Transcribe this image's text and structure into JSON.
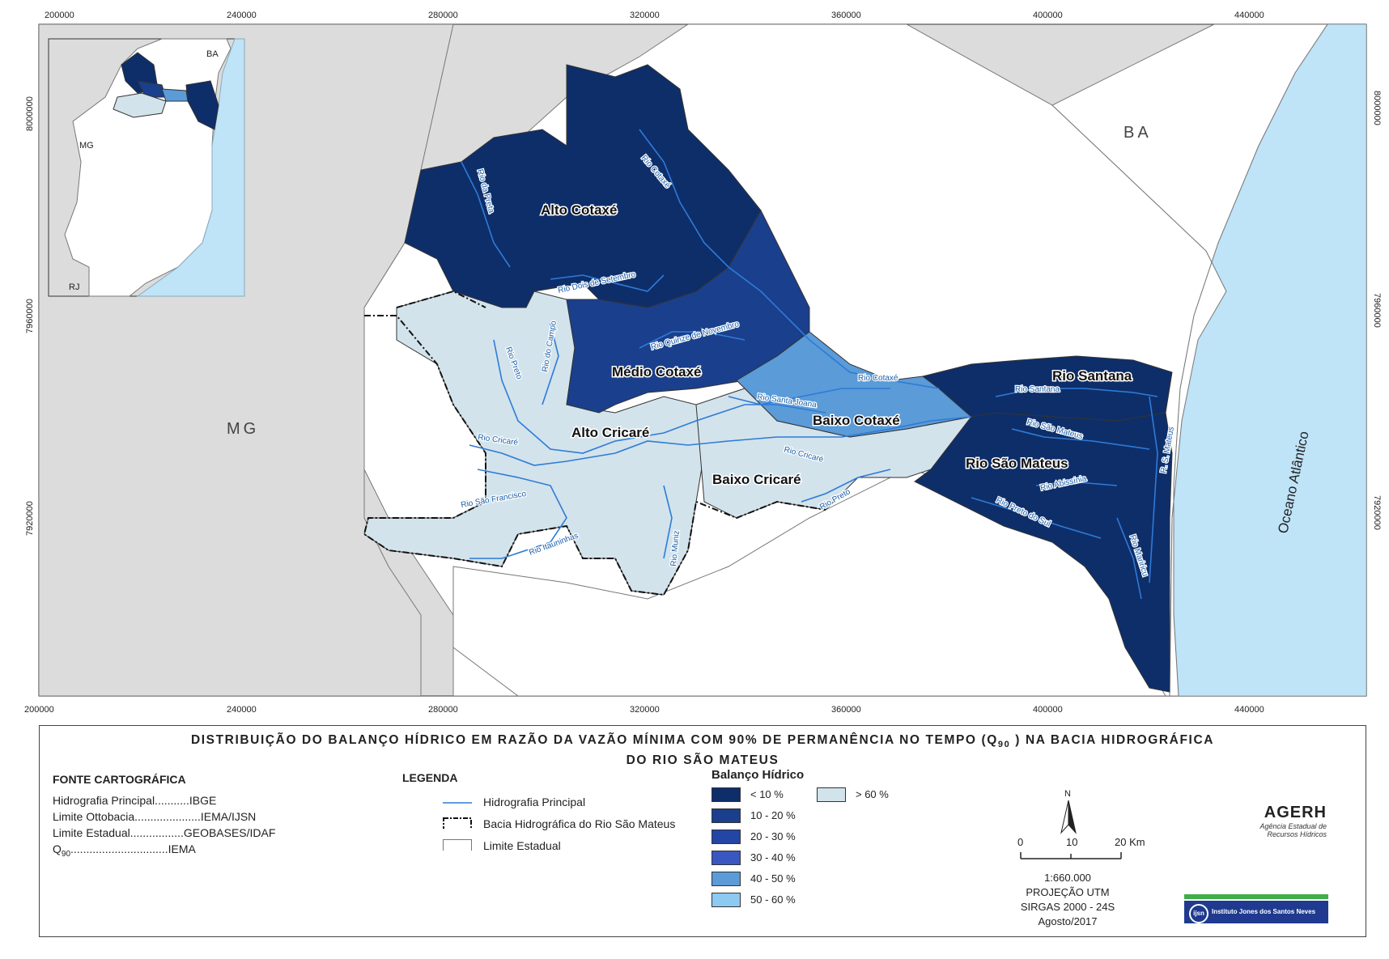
{
  "colors": {
    "c_lt10": "#0e2e6a",
    "c_10_20": "#1a3f8c",
    "c_20_30": "#2346a6",
    "c_30_40": "#3a56c0",
    "c_40_50": "#5a9bd8",
    "c_50_60": "#8ec9f2",
    "c_gt60": "#d2e3ec",
    "ocean": "#bfe3f7",
    "land": "#dcdcdc",
    "river": "#2e7bd6"
  },
  "axis": {
    "x_ticks": [
      "200000",
      "240000",
      "280000",
      "320000",
      "360000",
      "400000",
      "440000"
    ],
    "y_ticks": [
      "8000000",
      "7960000",
      "7920000"
    ]
  },
  "map": {
    "regions": [
      "Alto Cotaxé",
      "Médio Cotaxé",
      "Baixo Cotaxé",
      "Alto Cricaré",
      "Baixo Cricaré",
      "Rio Santana",
      "Rio São Mateus"
    ],
    "rivers": [
      "Rio Cotaxé",
      "Rio da Preta",
      "Rio Dois de Setembro",
      "Rio Quinze de Novembro",
      "Rio do Campo",
      "Rio Preto",
      "Rio Cotaxé",
      "Rio Santa Joana",
      "Rio Cricaré",
      "Rio Cricaré",
      "Rio São Francisco",
      "Rio Itauninhas",
      "Rio Muniz",
      "Rio Preto",
      "Rio Santana",
      "Rio São Mateus",
      "R. S. Mateus",
      "Rio Abissínia",
      "Rio Preto do Sul",
      "Rio Mariricu"
    ],
    "states": [
      "BA",
      "MG"
    ],
    "ocean": "Oceano Atlântico",
    "inset": {
      "labels": [
        "BA",
        "MG",
        "RJ"
      ]
    }
  },
  "panel": {
    "title_line1": "DISTRIBUIÇÃO DO BALANÇO HÍDRICO EM RAZÃO DA VAZÃO MÍNIMA COM 90% DE PERMANÊNCIA NO TEMPO (Q",
    "title_sub": "90",
    "title_line1_end": ") NA BACIA HIDROGRÁFICA",
    "title_line2": "DO RIO SÃO MATEUS",
    "fonte_header": "FONTE CARTOGRÁFICA",
    "fonte": [
      "Hidrografia Principal...........IBGE",
      "Limite Ottobacia.....................IEMA/IJSN",
      "Limite Estadual.................GEOBASES/IDAF"
    ],
    "fonte_q": "Q",
    "fonte_q_sub": "90",
    "fonte_q_rest": "...............................IEMA",
    "legenda_header": "LEGENDA",
    "legenda": [
      "Hidrografia Principal",
      "Bacia Hidrográfica do Rio São Mateus",
      "Limite Estadual"
    ],
    "balanco_header": "Balanço Hídrico",
    "balanco": [
      "< 10 %",
      "10 - 20 %",
      "20 - 30 %",
      "30 - 40 %",
      "40 - 50 %",
      "50 - 60 %",
      "> 60 %"
    ],
    "north": "N",
    "scale_ticks": [
      "0",
      "10",
      "20 Km"
    ],
    "scale": "1:660.000",
    "projection": "PROJEÇÃO UTM",
    "datum": "SIRGAS 2000 - 24S",
    "date": "Agosto/2017",
    "agency": "AGERH",
    "agency_sub1": "Agência Estadual de",
    "agency_sub2": "Recursos Hídricos",
    "ijsn_short": "ijsn",
    "ijsn": "Instituto Jones dos Santos Neves"
  }
}
